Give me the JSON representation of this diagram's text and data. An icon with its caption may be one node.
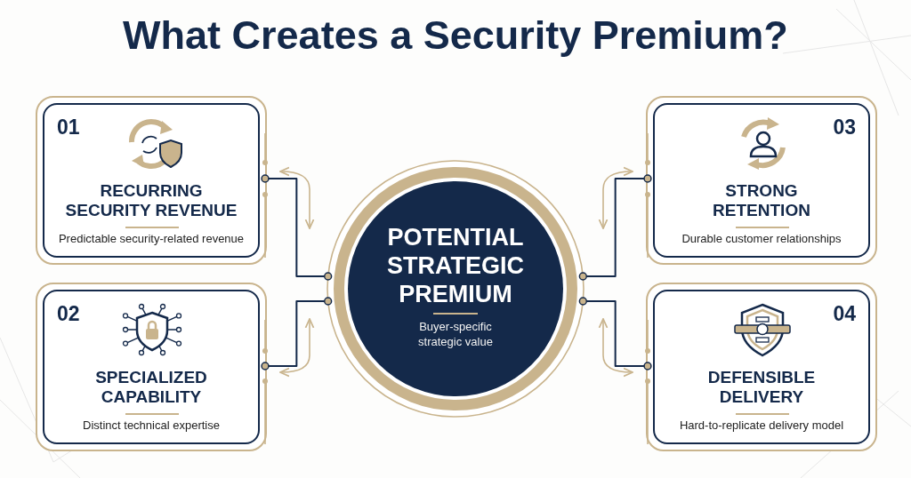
{
  "diagram": {
    "title": "What Creates a Security Premium?",
    "nodes": [
      {
        "text": [
          "01",
          "RECURRING SECURITY REVENUE",
          "Predictable security-related revenue"
        ]
      },
      {
        "text": [
          "02",
          "SPECIALIZED CAPABILITY",
          "Distinct technical expertise"
        ]
      },
      {
        "text": [
          "POTENTIAL STRATEGIC PREMIUM",
          "Buyer-specific strategic value"
        ]
      },
      {
        "text": [
          "03",
          "STRONG RETENTION",
          "Durable customer relationships"
        ]
      },
      {
        "text": [
          "04",
          "DEFENSIBLE DELIVERY",
          "Hard-to-replicate delivery model"
        ]
      }
    ],
    "edges": [
      {
        "from": 0,
        "to": 2,
        "arrow": "other"
      },
      {
        "from": 1,
        "to": 2,
        "arrow": "other"
      },
      {
        "from": 3,
        "to": 2,
        "arrow": "other"
      },
      {
        "from": 4,
        "to": 2,
        "arrow": "other"
      }
    ]
  }
}
